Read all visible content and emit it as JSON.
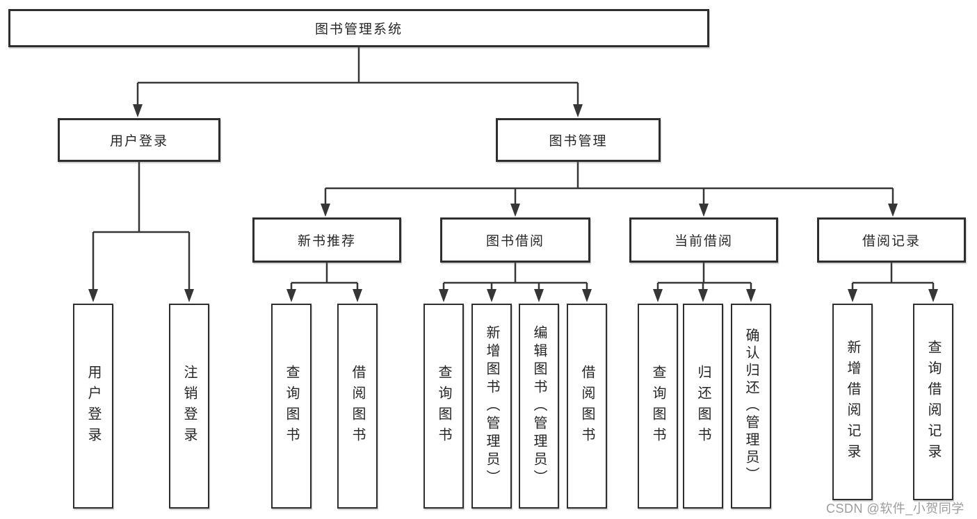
{
  "diagram": {
    "title": "图书管理系统",
    "nodes": {
      "root": "图书管理系统",
      "user_login": "用户登录",
      "book_management": "图书管理",
      "new_book_recommend": "新书推荐",
      "book_borrow": "图书借阅",
      "current_borrow": "当前借阅",
      "borrow_records": "借阅记录"
    },
    "leaves": {
      "user_login": [
        "用户登录",
        "注销登录"
      ],
      "new_book_recommend": [
        "查询图书",
        "借阅图书"
      ],
      "book_borrow": [
        "查询图书",
        "新增图书（管理员）",
        "编辑图书（管理员）",
        "借阅图书"
      ],
      "current_borrow": [
        "查询图书",
        "归还图书",
        "确认归还（管理员）"
      ],
      "borrow_records": [
        "新增借阅记录",
        "查询借阅记录"
      ]
    },
    "watermark": "CSDN @软件_小贺同学",
    "colors": {
      "line": "#363636",
      "box_border": "#2e2e2e",
      "text": "#262626",
      "watermark": "#9c9c9c",
      "background": "#ffffff"
    }
  }
}
